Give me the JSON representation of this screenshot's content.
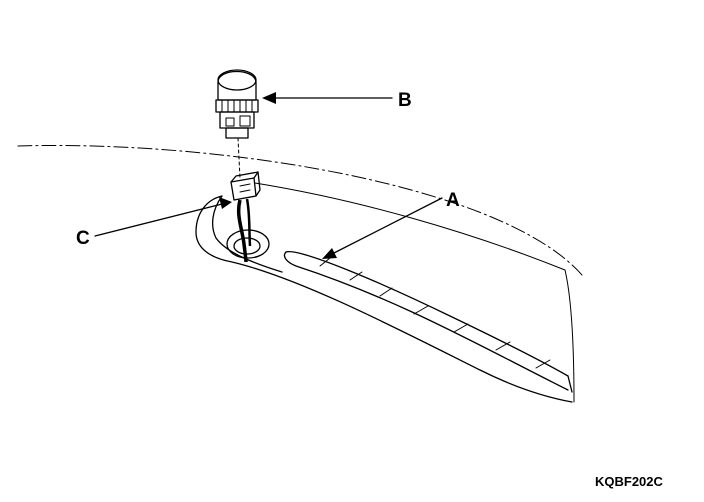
{
  "labels": {
    "a": "A",
    "b": "B",
    "c": "C"
  },
  "figure_id": "KQBF202C",
  "colors": {
    "ink": "#000000",
    "background": "#ffffff"
  }
}
